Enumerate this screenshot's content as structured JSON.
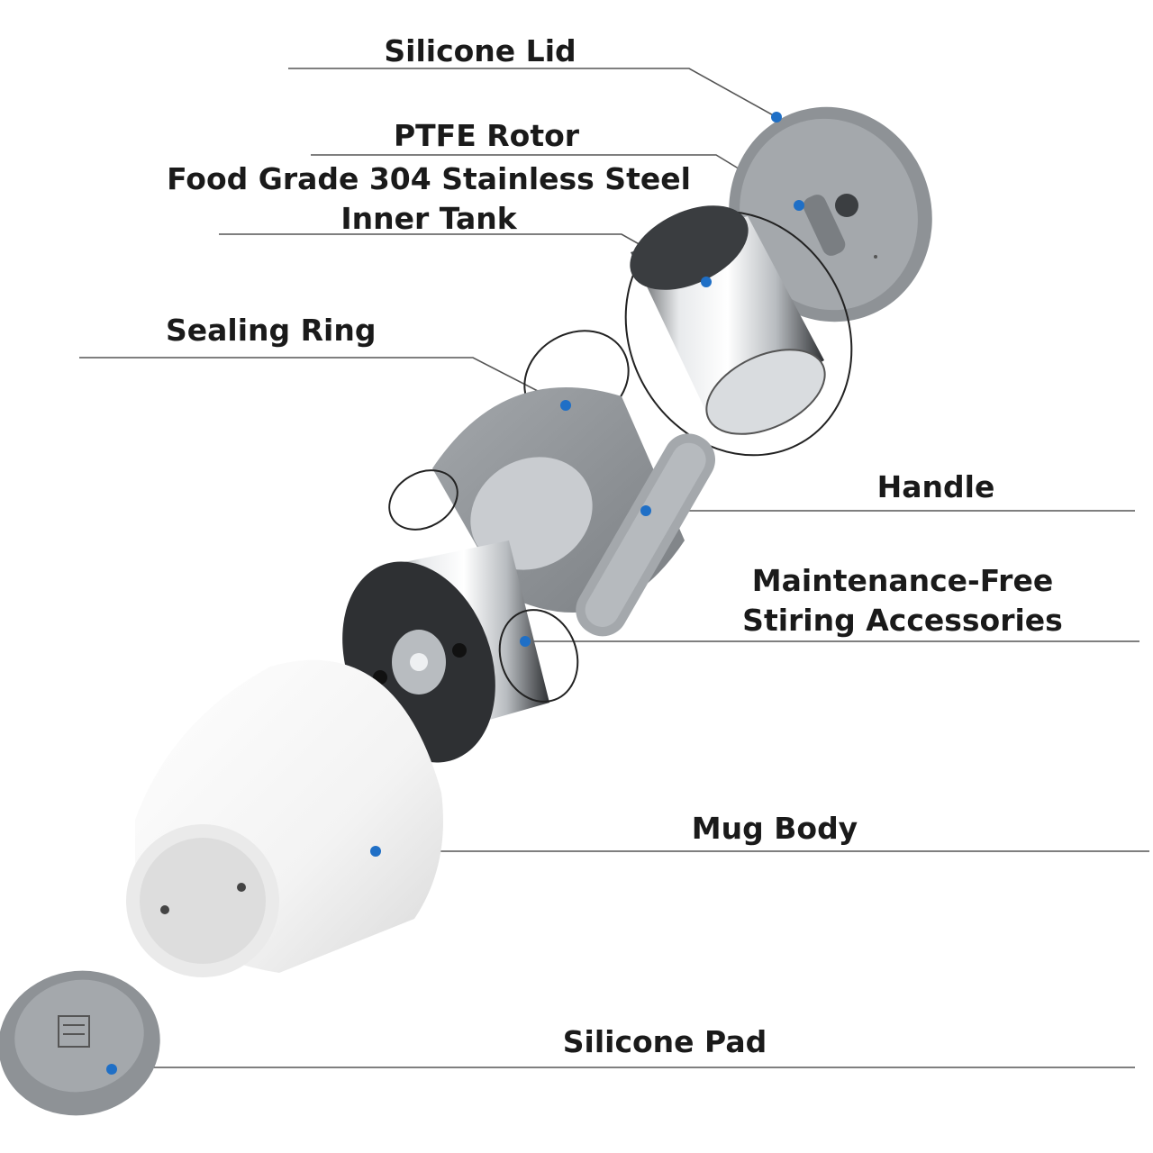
{
  "colors": {
    "callout_dot": "#1f6fc6",
    "leader_line": "#555555",
    "silicone_gray": "#8e9296",
    "steel_light": "#eef0f2",
    "steel_dark": "#3a3d40",
    "mug_white": "#f7f7f7",
    "text": "#1a1a1a"
  },
  "labels": {
    "silicone_lid": "Silicone Lid",
    "ptfe_rotor": "PTFE Rotor",
    "inner_tank_line1": "Food Grade 304 Stainless Steel",
    "inner_tank_line2": "Inner Tank",
    "sealing_ring": "Sealing Ring",
    "handle": "Handle",
    "stirring_line1": "Maintenance-Free",
    "stirring_line2": "Stiring Accessories",
    "mug_body": "Mug Body",
    "silicone_pad": "Silicone Pad"
  }
}
